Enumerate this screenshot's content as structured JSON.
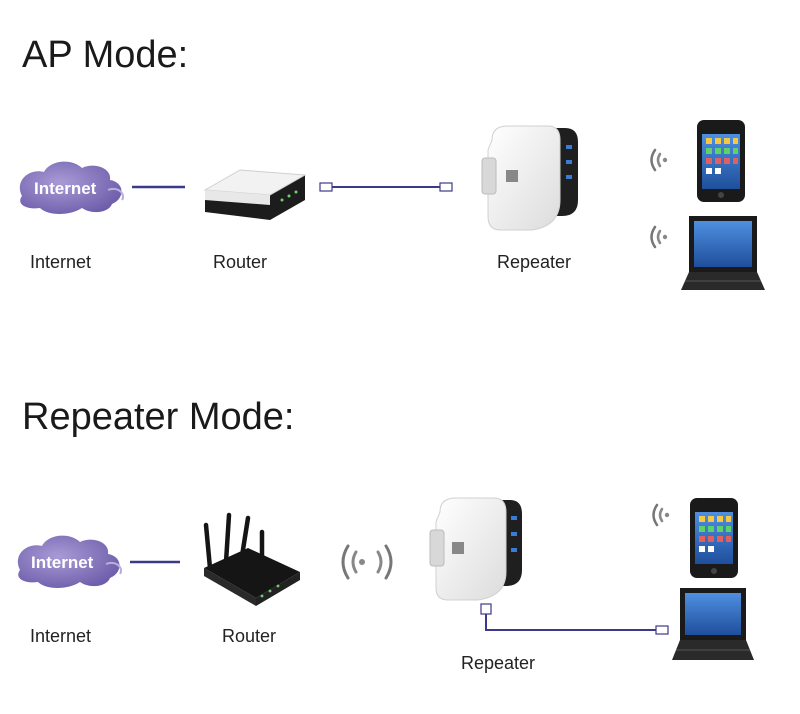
{
  "ap_mode": {
    "title": "AP Mode:",
    "cloud_text": "Internet",
    "labels": {
      "internet": "Internet",
      "router": "Router",
      "repeater": "Repeater"
    }
  },
  "repeater_mode": {
    "title": "Repeater Mode:",
    "cloud_text": "Internet",
    "labels": {
      "internet": "Internet",
      "router": "Router",
      "repeater": "Repeater"
    }
  },
  "colors": {
    "cloud": "#7b6bb3",
    "link": "#3b3a8a",
    "device_white": "#f4f4f4",
    "device_dark": "#1c1c1c",
    "screen": "#2f6fc4"
  }
}
